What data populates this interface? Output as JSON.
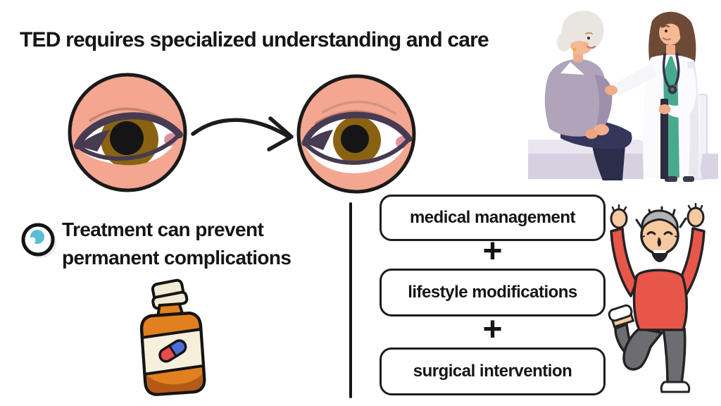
{
  "title": "TED requires specialized understanding and care",
  "treatment_note": {
    "line1": "Treatment can prevent",
    "line2": "permanent complications"
  },
  "treatment_plan": {
    "separator": "+",
    "items": [
      "medical management",
      "lifestyle modifications",
      "surgical intervention"
    ]
  },
  "illustrations": {
    "eye_before": "eye-illustration-normal",
    "eye_after": "eye-illustration-bulging",
    "arrow": "progression-arrow",
    "bullet": "eye-icon",
    "doctor_patient": "doctor-with-elderly-patient",
    "pill_bottle": "medicine-bottle",
    "celebration": "happy-elderly-man"
  },
  "colors": {
    "background": "#ffffff",
    "ink": "#1a1a1a",
    "skin_salmon": "#f3a690",
    "eyelid_plum": "#473b52",
    "iris_brown": "#8a6212",
    "caruncle_pink": "#e2909f",
    "icon_teal": "#5abfd4",
    "bottle_orange": "#e1801f",
    "label_cream": "#f6efdc",
    "capsule_red": "#ea4a4e",
    "capsule_blue": "#4a6fd6",
    "sweater_red": "#e85549",
    "pants_gray": "#6c6c72",
    "scrub_teal": "#46aa8c",
    "patient_mauve": "#afa4ba"
  }
}
